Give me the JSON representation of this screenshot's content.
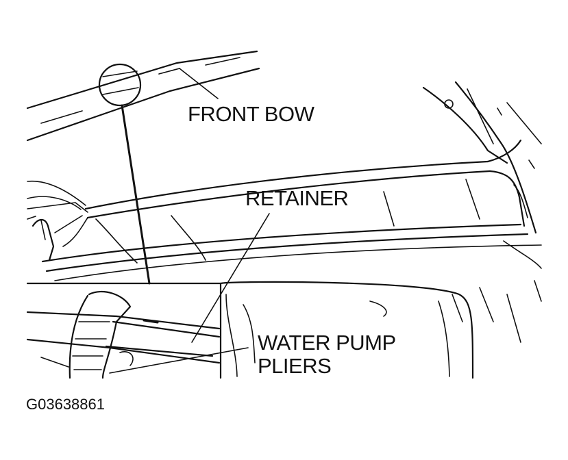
{
  "labels": {
    "front_bow": "FRONT BOW",
    "retainer": "RETAINER",
    "water_pump_line1": "WATER PUMP",
    "water_pump_line2": "PLIERS"
  },
  "figure_id": "G03638861"
}
